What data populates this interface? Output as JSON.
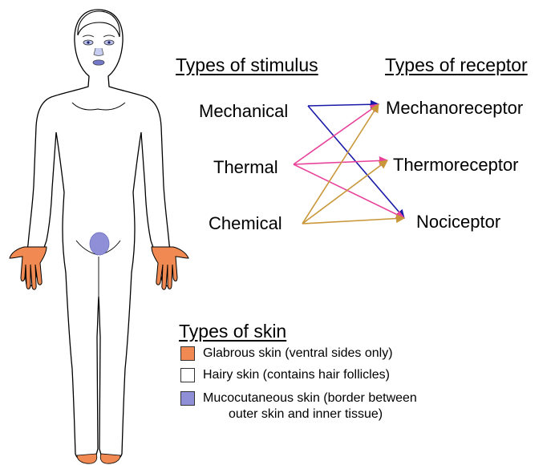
{
  "headings": {
    "stimulus": "Types of stimulus",
    "receptor": "Types of receptor",
    "skin": "Types of skin"
  },
  "stimuli": [
    "Mechanical",
    "Thermal",
    "Chemical"
  ],
  "receptors": [
    "Mechanoreceptor",
    "Thermoreceptor",
    "Nociceptor"
  ],
  "connections": [
    {
      "from": "Mechanical",
      "to": "Mechanoreceptor",
      "color": "#1a1aa8"
    },
    {
      "from": "Mechanical",
      "to": "Nociceptor",
      "color": "#1a1aa8"
    },
    {
      "from": "Thermal",
      "to": "Mechanoreceptor",
      "color": "#e8439a"
    },
    {
      "from": "Thermal",
      "to": "Thermoreceptor",
      "color": "#e8439a"
    },
    {
      "from": "Thermal",
      "to": "Nociceptor",
      "color": "#e8439a"
    },
    {
      "from": "Chemical",
      "to": "Mechanoreceptor",
      "color": "#c9973a"
    },
    {
      "from": "Chemical",
      "to": "Thermoreceptor",
      "color": "#c9973a"
    },
    {
      "from": "Chemical",
      "to": "Nociceptor",
      "color": "#c9973a"
    }
  ],
  "skin_legend": [
    {
      "color": "#f08a52",
      "label": "Glabrous skin (ventral sides only)"
    },
    {
      "color": "#ffffff",
      "label": "Hairy skin (contains hair follicles)"
    },
    {
      "color": "#8e8fd6",
      "label_line1": "Mucocutaneous skin (border between",
      "label_line2": "outer skin and inner tissue)"
    }
  ],
  "colors": {
    "glabrous": "#f08a52",
    "mucocutaneous": "#8e8fd6",
    "outline": "#000000"
  }
}
